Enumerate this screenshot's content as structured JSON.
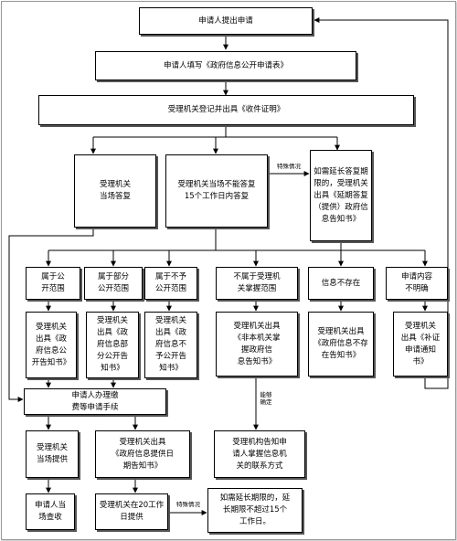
{
  "diagram": {
    "nodes": {
      "n1": "申请人提出申请",
      "n2": "申请人填写《政府信息公开申请表》",
      "n3": "受理机关登记并出具《收件证明》",
      "n4": "受理机关\n当场答复",
      "n5": "受理机关当场不能答复\n15个工作日内答复",
      "n6": "如需延长答复期\n限的，受理机关\n出具《延期答复\n（提供）政府信\n息告知书》",
      "c1": "属于公\n开范围",
      "c2": "属于部分\n公开范围",
      "c3": "属于不予\n公开范围",
      "c4": "不属于受理机\n关掌握范围",
      "c5": "信息不存在",
      "c6": "申请内容\n不明确",
      "d1": "受理机关\n出具《政\n府信息公\n开告知书》",
      "d2": "受理机关\n出具《政\n府信息部\n分公开告\n知书》",
      "d3": "受理机关\n出具《政\n府信息不\n予公开告\n知书》",
      "d4": "受理机关出具\n《非本机关掌\n握政府信\n息告知书》",
      "d5": "受理机关出具\n《政府信息不存\n在告知书》",
      "d6": "受理机关\n出具《补证\n申请通知\n书》",
      "e1": "申请人办理缴\n费等申请手续",
      "e4": "受理机构告知申\n请人掌握信息机\n关的联系方式",
      "f1": "受理机关\n当场提供",
      "f2": "受理机关出具\n《政府信息提供日\n期告知书》",
      "g1": "申请人当\n场查收",
      "g2": "受理机关在20工作\n日提供",
      "g3": "如需延长期限的，延\n长期限不超过15个\n工作日。"
    },
    "notes": {
      "special_1": "特殊情况",
      "special_2": "特殊情况",
      "if_certain": "能够\n确定"
    },
    "colors": {
      "line": "#000000",
      "shadow": "#555555",
      "frame": "#9a9a9a"
    }
  }
}
